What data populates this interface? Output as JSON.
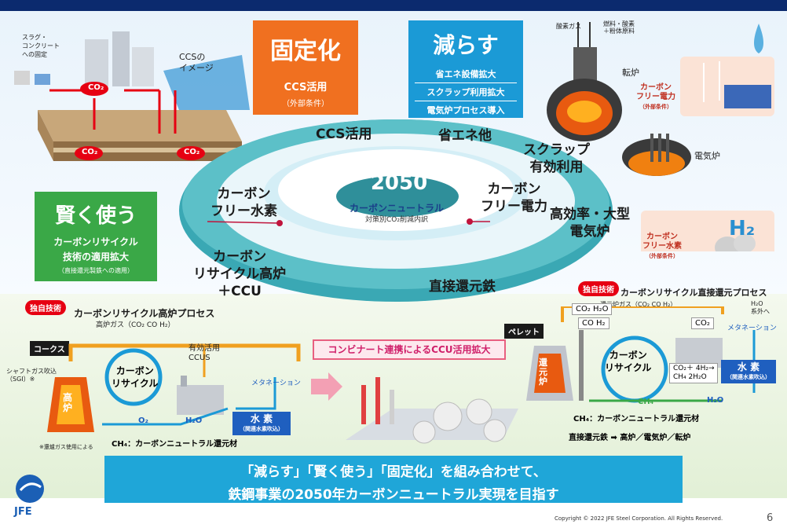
{
  "page": {
    "number": "6",
    "copyright": "Copyright © 2022 JFE Steel Corporation. All Rights Reserved.",
    "logo_text": "JFE"
  },
  "fix": {
    "title": "固定化",
    "line1": "CCS活用",
    "line2": "（外部条件）"
  },
  "reduce": {
    "title": "減らす",
    "items": [
      "省エネ設備拡大",
      "スクラップ利用拡大",
      "電気炉プロセス導入"
    ]
  },
  "smart": {
    "title": "賢く使う",
    "line1": "カーボンリサイクル",
    "line2": "技術の適用拡大",
    "line3": "（直接還元製鉄への適用）"
  },
  "ccs_panel": {
    "slag": "スラグ・\nコンクリート\nへの固定",
    "ccs_image": "CCSの\nイメージ",
    "co2": "CO₂"
  },
  "right_top": {
    "top_label": "酸素ガス",
    "fuel_label": "燃料・酸素\n＋粉体原料",
    "converter": "転炉",
    "eaf": "電気炉",
    "cf_power": "カーボン\nフリー電力",
    "cf_power_note": "（外部条件）",
    "cf_h2": "カーボン\nフリー水素",
    "cf_h2_note": "（外部条件）",
    "h2": "H₂"
  },
  "ring": {
    "year": "2050",
    "center1": "カーボンニュートラル",
    "center2": "対策別CO₂削減内訳",
    "ccs": "CCS活用",
    "energy": "省エネ他",
    "scrap": "スクラップ\n有効利用",
    "cf_h2": "カーボン\nフリー水素",
    "cf_power": "カーボン\nフリー電力",
    "eaf": "高効率・大型\n電気炉",
    "bf": "カーボン\nリサイクル高炉\n＋CCU",
    "dri": "直接還元鉄"
  },
  "left_process": {
    "badge": "独自技術",
    "title": "カーボンリサイクル高炉プロセス",
    "gas": "高炉ガス（CO₂ CO H₂）",
    "coke": "コークス",
    "sgi": "シャフトガス吹込\n（SGI）※",
    "furnace": "高\n炉",
    "cycle": "カーボン\nリサイクル",
    "use": "有効活用\nCCUS",
    "methanation": "メタネーション",
    "h2o": "H₂O",
    "o2": "O₂",
    "h2_box": "水 素",
    "h2_note": "（関連水素吹込）",
    "ch4": "CH₄：カーボンニュートラル還元材",
    "note": "※還爐ガス使用による"
  },
  "middle": {
    "label": "コンビナート連携によるCCU活用拡大"
  },
  "right_process": {
    "badge": "独自技術",
    "title": "カーボンリサイクル直接還元プロセス",
    "gas": "還元炉ガス（CO₂ CO H₂）",
    "pellet": "ペレット",
    "box1": "CO₂ H₂O",
    "box2": "CO H₂",
    "box3": "CO₂",
    "out": "H₂O\n系外へ",
    "methanation": "メタネーション",
    "cycle": "カーボン\nリサイクル",
    "furnace": "還\n元\n炉",
    "reaction": "CO₂＋ 4H₂→\nCH₄ 2H₂O",
    "h2_box": "水 素",
    "h2_note": "（関連水素吹込）",
    "ch4_small": "CH₄",
    "h2o": "H₂O",
    "ch4": "CH₄：カーボンニュートラル還元材",
    "output_left": "直接還元鉄",
    "output_right": "高炉／電気炉／転炉"
  },
  "footer": {
    "line1": "「減らす」「賢く使う」「固定化」を組み合わせて、",
    "line2": "鉄鋼事業の2050年カーボンニュートラル実現を目指す"
  }
}
